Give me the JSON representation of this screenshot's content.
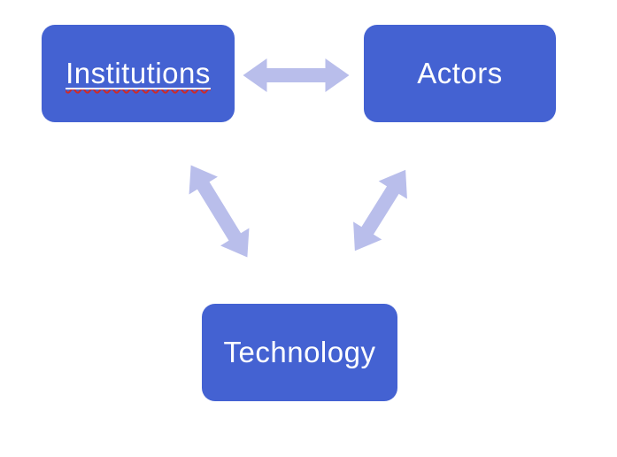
{
  "diagram": {
    "background_color": "#ffffff",
    "node_fill_color": "#4462d2",
    "node_text_color": "#ffffff",
    "arrow_color": "#b9beeb",
    "spellcheck_squiggle_color": "#cc2b2b",
    "nodes": [
      {
        "id": "institutions",
        "label": "Institutions",
        "position": "top-left",
        "spellcheck_underline": true
      },
      {
        "id": "actors",
        "label": "Actors",
        "position": "top-right",
        "spellcheck_underline": false
      },
      {
        "id": "technology",
        "label": "Technology",
        "position": "bottom-center",
        "spellcheck_underline": false
      }
    ],
    "connectors": [
      {
        "from": "institutions",
        "to": "actors",
        "type": "double-headed-arrow"
      },
      {
        "from": "institutions",
        "to": "technology",
        "type": "double-headed-arrow"
      },
      {
        "from": "technology",
        "to": "actors",
        "type": "double-headed-arrow"
      }
    ]
  }
}
